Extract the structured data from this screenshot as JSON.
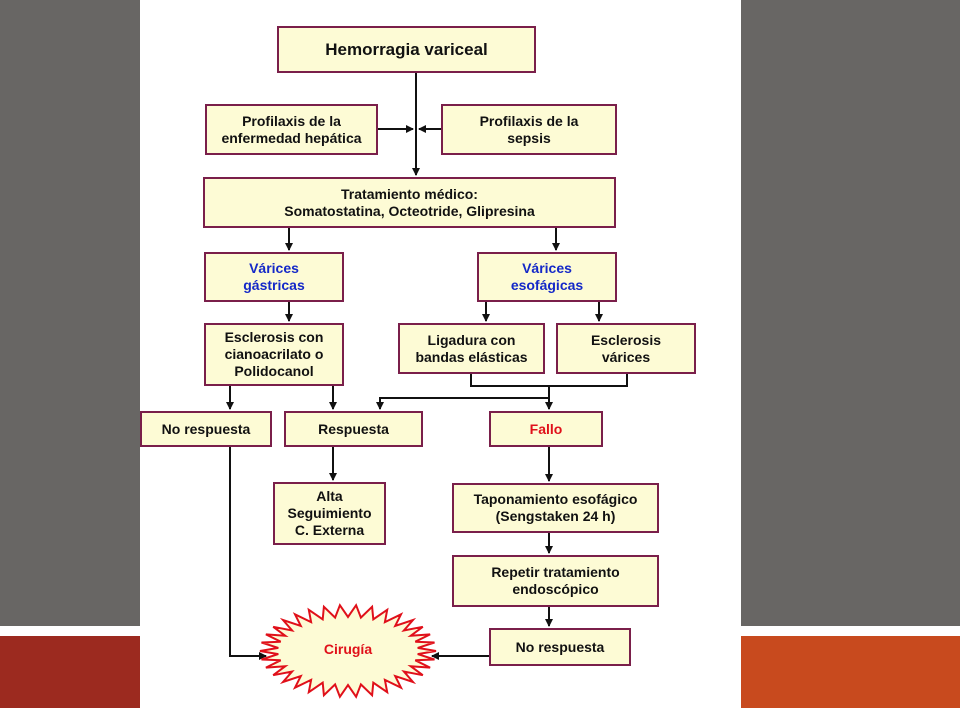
{
  "colors": {
    "side_panel": "#686664",
    "band_left": "#9c2a1f",
    "band_right": "#c84a1e",
    "box_fill": "#fdfbd5",
    "box_border": "#7a1f4a",
    "blue_text": "#1428c8",
    "red_text": "#e0101a"
  },
  "flowchart": {
    "hemorragia": "Hemorragia variceal",
    "profilaxis_hepatica": "Profilaxis de  la\nenfermedad hepática",
    "profilaxis_sepsis": "Profilaxis de la\nsepsis",
    "tratamiento_medico": "Tratamiento médico:\nSomatostatina, Octeotride, Glipresina",
    "varices_gastricas": "Várices\ngástricas",
    "varices_esofagicas": "Várices\nesofágicas",
    "esclerosis_cianoacrilato": "Esclerosis con\ncianoacrilato o\nPolidocanol",
    "ligadura_bandas": "Ligadura con\nbandas elásticas",
    "esclerosis_varices": "Esclerosis\nvárices",
    "no_respuesta_1": "No respuesta",
    "respuesta": "Respuesta",
    "fallo": "Fallo",
    "alta_seguimiento": "Alta\nSeguimiento\nC. Externa",
    "taponamiento": "Taponamiento esofágico\n(Sengstaken 24 h)",
    "repetir_tratamiento": "Repetir tratamiento\nendoscópico",
    "no_respuesta_2": "No respuesta",
    "cirugia": "Cirugía"
  }
}
